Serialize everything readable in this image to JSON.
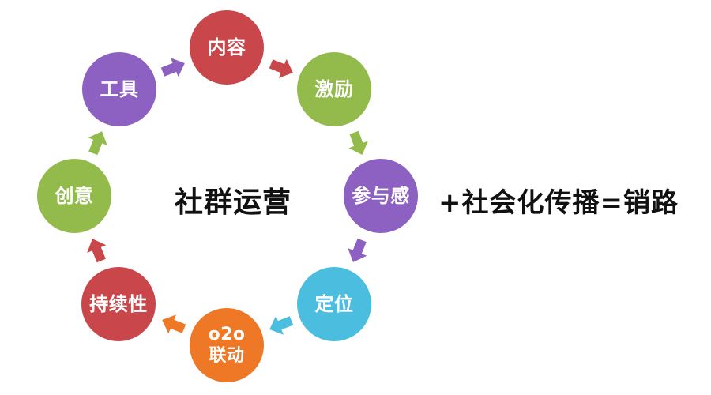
{
  "diagram": {
    "center_label": "社群运营",
    "side_label": "+社会化传播=销路",
    "nodes": [
      {
        "label": "内容",
        "color": "#c9474b"
      },
      {
        "label": "激励",
        "color": "#93bb4c"
      },
      {
        "label": "参与感",
        "color": "#8d61c1"
      },
      {
        "label": "定位",
        "color": "#4bbddf"
      },
      {
        "label": "o2o\n联动",
        "color": "#ef7826"
      },
      {
        "label": "持续性",
        "color": "#c9474b"
      },
      {
        "label": "创意",
        "color": "#93bb4c"
      },
      {
        "label": "工具",
        "color": "#8d61c1"
      }
    ],
    "arrows": [
      {
        "name": "arrow-content-to-incentive",
        "color": "#c9474b"
      },
      {
        "name": "arrow-incentive-to-participation",
        "color": "#93bb4c"
      },
      {
        "name": "arrow-participation-to-positioning",
        "color": "#8d61c1"
      },
      {
        "name": "arrow-positioning-to-o2o",
        "color": "#4bbddf"
      },
      {
        "name": "arrow-o2o-to-sustainability",
        "color": "#ef7826"
      },
      {
        "name": "arrow-sustainability-to-creativity",
        "color": "#c9474b"
      },
      {
        "name": "arrow-creativity-to-tools",
        "color": "#93bb4c"
      },
      {
        "name": "arrow-tools-to-content",
        "color": "#8d61c1"
      }
    ]
  }
}
